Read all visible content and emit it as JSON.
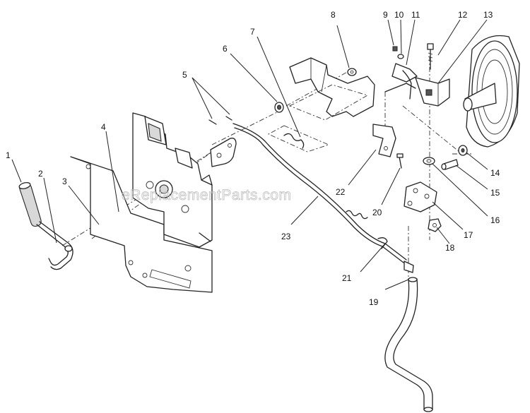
{
  "watermark": "eReplacementParts.com",
  "callouts": [
    {
      "label": "1"
    },
    {
      "label": "2"
    },
    {
      "label": "3"
    },
    {
      "label": "4"
    },
    {
      "label": "5"
    },
    {
      "label": "6"
    },
    {
      "label": "7"
    },
    {
      "label": "8"
    },
    {
      "label": "9"
    },
    {
      "label": "10"
    },
    {
      "label": "11"
    },
    {
      "label": "12"
    },
    {
      "label": "13"
    },
    {
      "label": "14"
    },
    {
      "label": "15"
    },
    {
      "label": "16"
    },
    {
      "label": "17"
    },
    {
      "label": "18"
    },
    {
      "label": "19"
    },
    {
      "label": "20"
    },
    {
      "label": "21"
    },
    {
      "label": "22"
    },
    {
      "label": "23"
    }
  ]
}
